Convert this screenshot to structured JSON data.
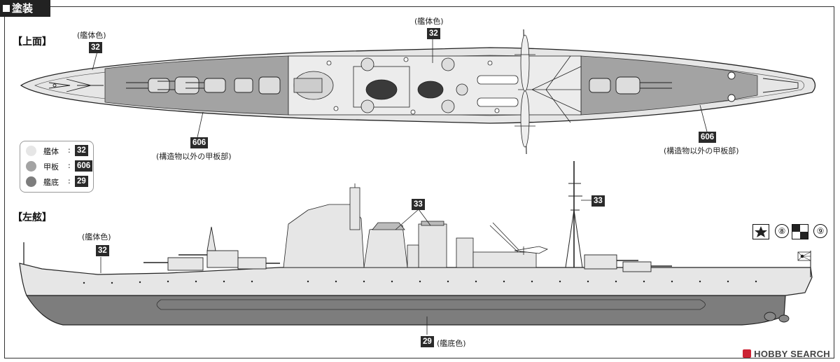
{
  "section": {
    "title": "塗装"
  },
  "views": {
    "top": "【上面】",
    "side": "【左舷】"
  },
  "colors": {
    "hull": "#e6e6e6",
    "deck": "#a3a3a3",
    "bottom": "#7d7d7d",
    "code_bg": "#2a2a2a",
    "line": "#222222"
  },
  "callouts": {
    "top_bow_caption": "(艦体色)",
    "top_bow_code": "32",
    "top_mid_caption": "(艦体色)",
    "top_mid_code": "32",
    "deck_left_code": "606",
    "deck_left_caption": "(構造物以外の甲板部)",
    "deck_right_code": "606",
    "deck_right_caption": "(構造物以外の甲板部)",
    "side_hull_caption": "(艦体色)",
    "side_hull_code": "32",
    "funnel_code": "33",
    "mast_code": "33",
    "bottom_code": "29",
    "bottom_caption": "(艦底色)"
  },
  "legend": [
    {
      "label": "艦体",
      "code": "32",
      "swatch": "hull"
    },
    {
      "label": "甲板",
      "code": "606",
      "swatch": "deck"
    },
    {
      "label": "艦底",
      "code": "29",
      "swatch": "bottom"
    }
  ],
  "decal_refs": {
    "flag_star": "⑧",
    "flag_check": "⑨"
  },
  "icons": [
    "star-flag-icon",
    "checker-flag-icon",
    "hobby-search-logo-icon"
  ],
  "watermark": "HOBBY SEARCH"
}
